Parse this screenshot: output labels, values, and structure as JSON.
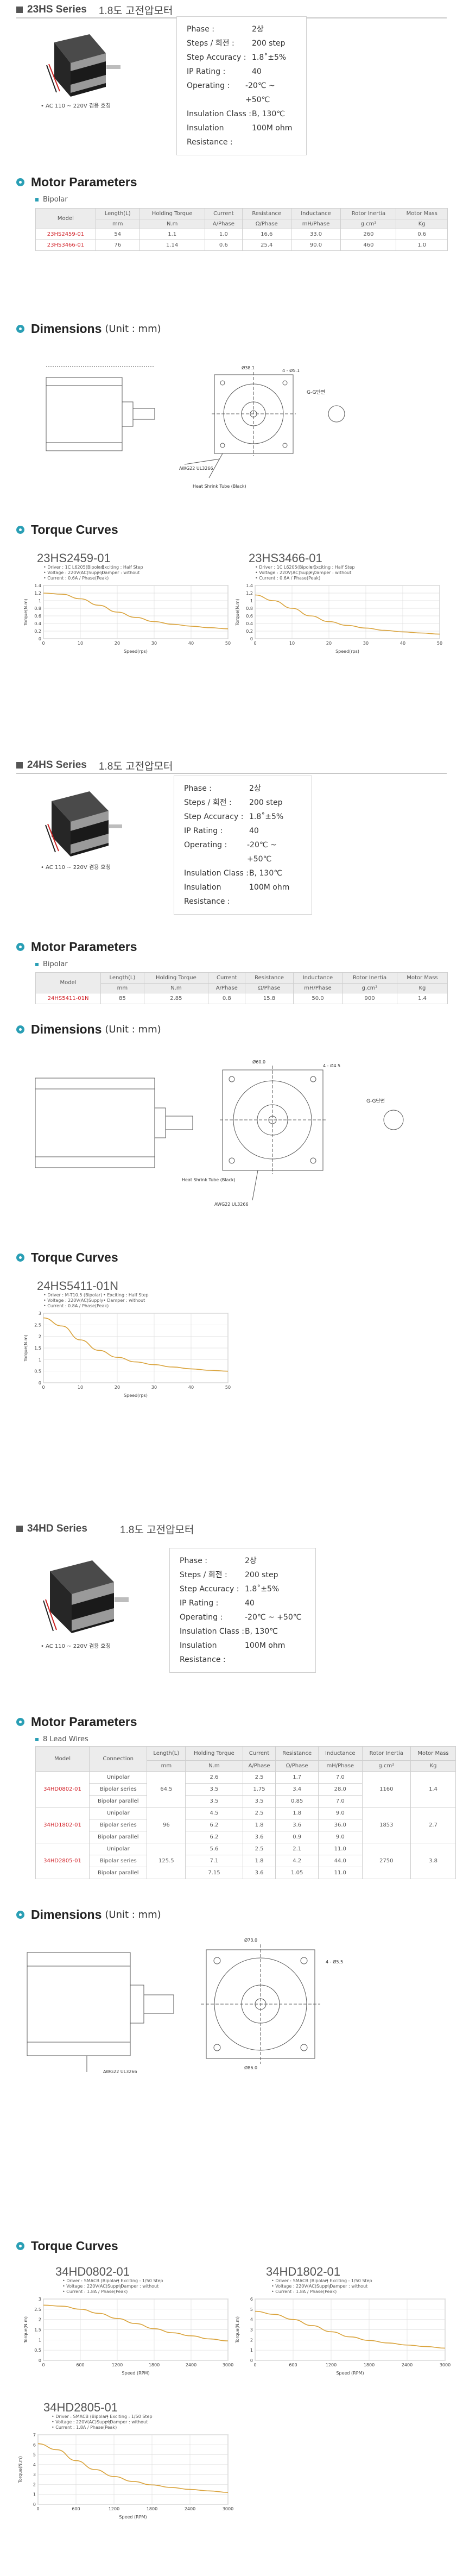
{
  "series": [
    {
      "code": "23HS Series",
      "desc": "1.8도 고전압모터",
      "photo_caption": "• AC 110 ~ 220V 겸용 호칭",
      "specs": [
        {
          "key": "Phase :",
          "val": "2상"
        },
        {
          "key": "Steps / 회전 :",
          "val": "200 step"
        },
        {
          "key": "Step Accuracy :",
          "val": "1.8˚±5%"
        },
        {
          "key": "IP Rating :",
          "val": "40"
        },
        {
          "key": "Operating :",
          "val": "-20℃ ~ +50℃"
        },
        {
          "key": "Insulation Class :",
          "val": "B, 130℃"
        },
        {
          "key": "Insulation Resistance :",
          "val": "100M ohm"
        }
      ],
      "params_title": "Motor Parameters",
      "params_sub": "Bipolar",
      "params_header": [
        "Model",
        "Length(L)",
        "Holding Torque",
        "Current",
        "Resistance",
        "Inductance",
        "Rotor Inertia",
        "Motor Mass"
      ],
      "params_units": [
        "",
        "mm",
        "N.m",
        "A/Phase",
        "Ω/Phase",
        "mH/Phase",
        "g.cm²",
        "Kg"
      ],
      "params_rows": [
        [
          "23HS2459-01",
          "54",
          "1.1",
          "1.0",
          "16.6",
          "33.0",
          "260",
          "0.6"
        ],
        [
          "23HS3466-01",
          "76",
          "1.14",
          "0.6",
          "25.4",
          "90.0",
          "460",
          "1.0"
        ]
      ],
      "dim_title": "Dimensions",
      "dim_unit": "(Unit : mm)",
      "dim_labels": [
        "Heat Shrink Tube (Black)",
        "AWG22 UL3266",
        "G-G단면",
        "4 - Ø5.1",
        "Ø38.1"
      ],
      "torque_title": "Torque Curves",
      "charts": [
        {
          "title": "23HS2459-01",
          "meta": [
            "• Driver : 1C L6205(Bipolar)",
            "• Voltage : 220V(AC)Supply",
            "• Current : 0.6A / Phase(Peak)",
            "• Exciting : Half Step",
            "• Damper : without"
          ]
        },
        {
          "title": "23HS3466-01",
          "meta": [
            "• Driver : 1C L6205(Bipolar)",
            "• Voltage : 220V(AC)Supply",
            "• Current : 0.6A / Phase(Peak)",
            "• Exciting : Half Step",
            "• Damper : without"
          ]
        }
      ]
    },
    {
      "code": "24HS Series",
      "desc": "1.8도 고전압모터",
      "photo_caption": "• AC 110 ~ 220V 겸용 호칭",
      "specs": [
        {
          "key": "Phase :",
          "val": "2상"
        },
        {
          "key": "Steps / 회전 :",
          "val": "200 step"
        },
        {
          "key": "Step Accuracy :",
          "val": "1.8˚±5%"
        },
        {
          "key": "IP Rating :",
          "val": "40"
        },
        {
          "key": "Operating :",
          "val": "-20℃ ~ +50℃"
        },
        {
          "key": "Insulation Class :",
          "val": "B, 130℃"
        },
        {
          "key": "Insulation Resistance :",
          "val": "100M ohm"
        }
      ],
      "params_title": "Motor Parameters",
      "params_sub": "Bipolar",
      "params_header": [
        "Model",
        "Length(L)",
        "Holding Torque",
        "Current",
        "Resistance",
        "Inductance",
        "Rotor Inertia",
        "Motor Mass"
      ],
      "params_units": [
        "",
        "mm",
        "N.m",
        "A/Phase",
        "Ω/Phase",
        "mH/Phase",
        "g.cm²",
        "Kg"
      ],
      "params_rows": [
        [
          "24HS5411-01N",
          "85",
          "2.85",
          "0.8",
          "15.8",
          "50.0",
          "900",
          "1.4"
        ]
      ],
      "dim_title": "Dimensions",
      "dim_unit": "(Unit : mm)",
      "dim_labels": [
        "Heat Shrink Tube (Black)",
        "AWG22 UL3266",
        "G-G단면",
        "4 - Ø4.5",
        "Ø60.0"
      ],
      "torque_title": "Torque Curves",
      "charts": [
        {
          "title": "24HS5411-01N",
          "meta": [
            "• Driver : M-T10.5 (Bipolar)",
            "• Voltage : 220V(AC)Supply",
            "• Current : 0.8A / Phase(Peak)",
            "• Exciting : Half Step",
            "• Damper : without"
          ]
        }
      ]
    },
    {
      "code": "34HD Series",
      "desc": "1.8도 고전압모터",
      "photo_caption": "• AC 110 ~ 220V 겸용 호칭",
      "specs": [
        {
          "key": "Phase :",
          "val": "2상"
        },
        {
          "key": "Steps / 회전 :",
          "val": "200 step"
        },
        {
          "key": "Step Accuracy :",
          "val": "1.8˚±5%"
        },
        {
          "key": "IP Rating :",
          "val": "40"
        },
        {
          "key": "Operating :",
          "val": "-20℃ ~ +50℃"
        },
        {
          "key": "Insulation Class :",
          "val": "B, 130℃"
        },
        {
          "key": "Insulation Resistance :",
          "val": "100M ohm"
        }
      ],
      "params_title": "Motor Parameters",
      "params_sub": "8 Lead Wires",
      "params_header": [
        "Model",
        "Connection",
        "Length(L)",
        "Holding Torque",
        "Current",
        "Resistance",
        "Inductance",
        "Rotor Inertia",
        "Motor Mass"
      ],
      "params_units": [
        "",
        "",
        "mm",
        "N.m",
        "A/Phase",
        "Ω/Phase",
        "mH/Phase",
        "g.cm²",
        "Kg"
      ],
      "params_groups": [
        {
          "model": "34HD0802-01",
          "length": "64.5",
          "inertia": "1160",
          "mass": "1.4",
          "rows": [
            [
              "Unipolar",
              "2.6",
              "2.5",
              "1.7",
              "7.0"
            ],
            [
              "Bipolar series",
              "3.5",
              "1.75",
              "3.4",
              "28.0"
            ],
            [
              "Bipolar parallel",
              "3.5",
              "3.5",
              "0.85",
              "7.0"
            ]
          ]
        },
        {
          "model": "34HD1802-01",
          "length": "96",
          "inertia": "1853",
          "mass": "2.7",
          "rows": [
            [
              "Unipolar",
              "4.5",
              "2.5",
              "1.8",
              "9.0"
            ],
            [
              "Bipolar series",
              "6.2",
              "1.8",
              "3.6",
              "36.0"
            ],
            [
              "Bipolar parallel",
              "6.2",
              "3.6",
              "0.9",
              "9.0"
            ]
          ]
        },
        {
          "model": "34HD2805-01",
          "length": "125.5",
          "inertia": "2750",
          "mass": "3.8",
          "rows": [
            [
              "Unipolar",
              "5.6",
              "2.5",
              "2.1",
              "11.0"
            ],
            [
              "Bipolar series",
              "7.1",
              "1.8",
              "4.2",
              "44.0"
            ],
            [
              "Bipolar parallel",
              "7.15",
              "3.6",
              "1.05",
              "11.0"
            ]
          ]
        }
      ],
      "dim_title": "Dimensions",
      "dim_unit": "(Unit : mm)",
      "dim_labels": [
        "AWG22 UL3266",
        "Ø73.0",
        "4 - Ø5.5",
        "Ø86.0"
      ],
      "torque_title": "Torque Curves",
      "charts": [
        {
          "title": "34HD0802-01",
          "meta": [
            "• Driver : SMACB (Bipolar)",
            "• Voltage : 220V(AC)Supply",
            "• Current : 1.8A / Phase(Peak)",
            "• Exciting : 1/50 Step",
            "• Damper : without"
          ]
        },
        {
          "title": "34HD1802-01",
          "meta": [
            "• Driver : SMACB (Bipolar)",
            "• Voltage : 220V(AC)Supply",
            "• Current : 1.8A / Phase(Peak)",
            "• Exciting : 1/50 Step",
            "• Damper : without"
          ]
        },
        {
          "title": "34HD2805-01",
          "meta": [
            "• Driver : SMACB (Bipolar)",
            "• Voltage : 220V(AC)Supply",
            "• Current : 1.8A / Phase(Peak)",
            "• Exciting : 1/50 Step",
            "• Damper : without"
          ]
        }
      ]
    }
  ],
  "colors": {
    "accent": "#2a9fb5",
    "curve": "#d9a23a",
    "model_red": "#d2232a"
  },
  "chart_data": [
    {
      "type": "line",
      "title": "23HS2459-01",
      "xlabel": "Speed(rps)",
      "ylabel": "Torque(N.m)",
      "x": [
        0,
        5,
        10,
        15,
        20,
        25,
        30,
        35,
        40,
        45,
        50
      ],
      "ylim": [
        0,
        1.4
      ],
      "xlim": [
        0,
        50
      ],
      "xticks": [
        0,
        10,
        20,
        30,
        40,
        50
      ],
      "yticks": [
        0,
        0.2,
        0.4,
        0.6,
        0.8,
        1.0,
        1.2,
        1.4
      ],
      "series": [
        {
          "values": [
            1.2,
            1.17,
            1.05,
            0.88,
            0.7,
            0.56,
            0.45,
            0.38,
            0.33,
            0.29,
            0.26
          ]
        }
      ]
    },
    {
      "type": "line",
      "title": "23HS3466-01",
      "xlabel": "Speed(rps)",
      "ylabel": "Torque(N.m)",
      "x": [
        0,
        5,
        10,
        15,
        20,
        25,
        30,
        35,
        40,
        45,
        50
      ],
      "ylim": [
        0,
        1.4
      ],
      "xlim": [
        0,
        50
      ],
      "xticks": [
        0,
        10,
        20,
        30,
        40,
        50
      ],
      "yticks": [
        0,
        0.2,
        0.4,
        0.6,
        0.8,
        1.0,
        1.2,
        1.4
      ],
      "series": [
        {
          "values": [
            1.15,
            1.0,
            0.8,
            0.6,
            0.45,
            0.35,
            0.28,
            0.22,
            0.18,
            0.15,
            0.12
          ]
        }
      ]
    },
    {
      "type": "line",
      "title": "24HS5411-01N",
      "xlabel": "Speed(rps)",
      "ylabel": "Torque(N.m)",
      "x": [
        0,
        5,
        10,
        15,
        20,
        25,
        30,
        35,
        40,
        45,
        50
      ],
      "ylim": [
        0,
        3.0
      ],
      "xlim": [
        0,
        50
      ],
      "xticks": [
        0,
        10,
        20,
        30,
        40,
        50
      ],
      "yticks": [
        0,
        0.5,
        1.0,
        1.5,
        2.0,
        2.5,
        3.0
      ],
      "series": [
        {
          "values": [
            2.8,
            2.45,
            1.85,
            1.4,
            1.1,
            0.9,
            0.78,
            0.68,
            0.6,
            0.54,
            0.5
          ]
        }
      ]
    },
    {
      "type": "line",
      "title": "34HD0802-01",
      "xlabel": "Speed (RPM)",
      "ylabel": "Torque(N.m)",
      "x": [
        0,
        300,
        600,
        900,
        1200,
        1500,
        1800,
        2100,
        2400,
        2700,
        3000
      ],
      "ylim": [
        0,
        3.0
      ],
      "xlim": [
        0,
        3000
      ],
      "xticks": [
        0,
        600,
        1200,
        1800,
        2400,
        3000
      ],
      "yticks": [
        0,
        0.5,
        1.0,
        1.5,
        2.0,
        2.5,
        3.0
      ],
      "series": [
        {
          "values": [
            2.7,
            2.65,
            2.5,
            2.3,
            2.05,
            1.8,
            1.55,
            1.35,
            1.2,
            1.05,
            0.95
          ]
        }
      ]
    },
    {
      "type": "line",
      "title": "34HD1802-01",
      "xlabel": "Speed (RPM)",
      "ylabel": "Torque(N.m)",
      "x": [
        0,
        300,
        600,
        900,
        1200,
        1500,
        1800,
        2100,
        2400,
        2700,
        3000
      ],
      "ylim": [
        0,
        6
      ],
      "xlim": [
        0,
        3000
      ],
      "xticks": [
        0,
        600,
        1200,
        1800,
        2400,
        3000
      ],
      "yticks": [
        0,
        1,
        2,
        3,
        4,
        5,
        6
      ],
      "series": [
        {
          "values": [
            4.8,
            4.5,
            4.0,
            3.4,
            2.8,
            2.3,
            1.95,
            1.7,
            1.5,
            1.35,
            1.2
          ]
        }
      ]
    },
    {
      "type": "line",
      "title": "34HD2805-01",
      "xlabel": "Speed (RPM)",
      "ylabel": "Torque(N.m)",
      "x": [
        0,
        300,
        600,
        900,
        1200,
        1500,
        1800,
        2100,
        2400,
        2700,
        3000
      ],
      "ylim": [
        0,
        7
      ],
      "xlim": [
        0,
        3000
      ],
      "xticks": [
        0,
        600,
        1200,
        1800,
        2400,
        3000
      ],
      "yticks": [
        0,
        1,
        2,
        3,
        4,
        5,
        6,
        7
      ],
      "series": [
        {
          "values": [
            6.1,
            5.5,
            4.4,
            3.5,
            2.8,
            2.3,
            1.95,
            1.7,
            1.5,
            1.35,
            1.2
          ]
        }
      ]
    }
  ]
}
